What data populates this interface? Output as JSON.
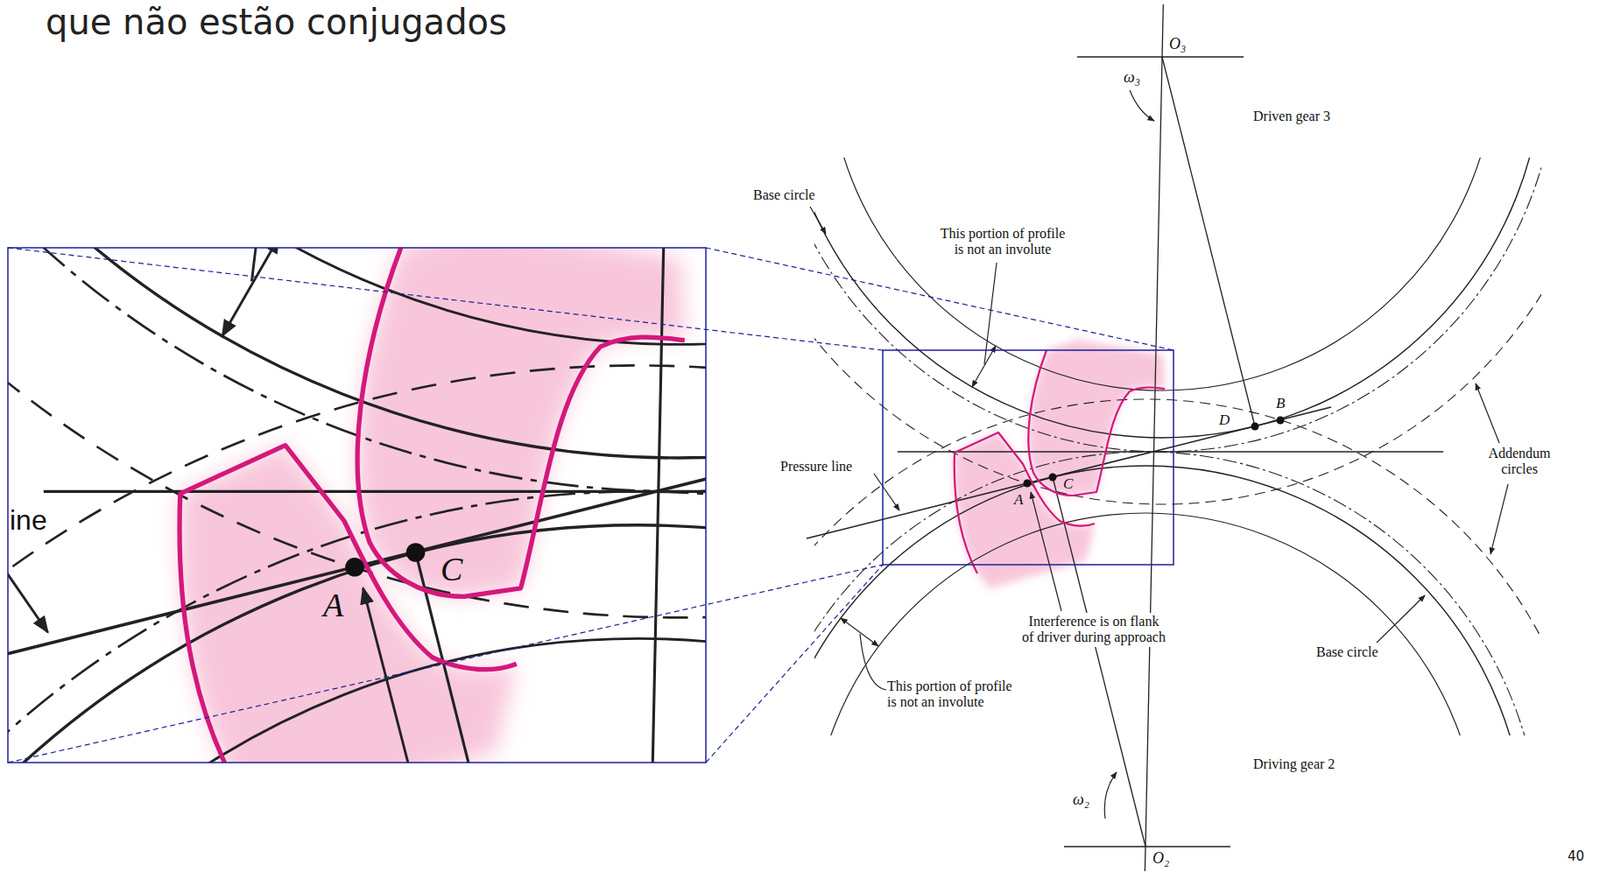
{
  "diagram": {
    "labels": [
      "que não estão conjugados",
      "O₃",
      "ω₃",
      "Driven gear 3",
      "Base circle",
      "This portion of profile is not an involute",
      "Pressure line",
      "C",
      "A",
      "D",
      "B",
      "Addendum circles",
      "Interference is on flank of driver during approach",
      "Base circle",
      "This portion of profile is not an involute",
      "Driving gear 2",
      "ω₂",
      "O₂",
      "40",
      "ine",
      "C",
      "A"
    ]
  }
}
